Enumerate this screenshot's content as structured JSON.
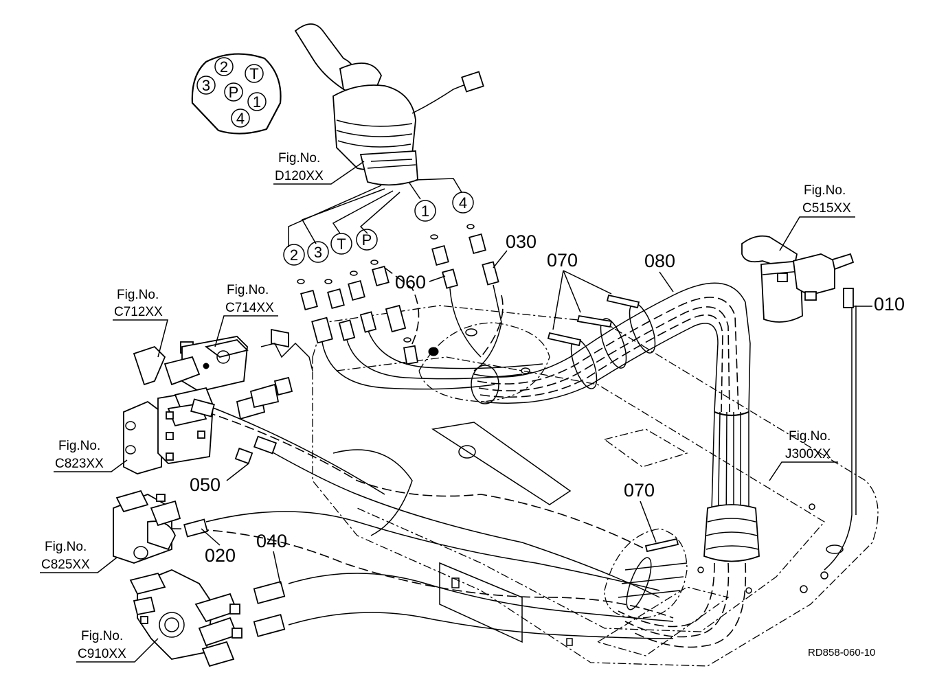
{
  "figure_refs": {
    "d120": {
      "title": "Fig.No.",
      "code": "D120XX"
    },
    "c515": {
      "title": "Fig.No.",
      "code": "C515XX"
    },
    "c712": {
      "title": "Fig.No.",
      "code": "C712XX"
    },
    "c714": {
      "title": "Fig.No.",
      "code": "C714XX"
    },
    "c823": {
      "title": "Fig.No.",
      "code": "C823XX"
    },
    "c825": {
      "title": "Fig.No.",
      "code": "C825XX"
    },
    "c910": {
      "title": "Fig.No.",
      "code": "C910XX"
    },
    "j300": {
      "title": "Fig.No.",
      "code": "J300XX"
    }
  },
  "part_numbers": {
    "p010": "010",
    "p020": "020",
    "p030": "030",
    "p040": "040",
    "p050": "050",
    "p060": "060",
    "p070a": "070",
    "p070b": "070",
    "p080": "080"
  },
  "port_labels": {
    "port_1": "1",
    "port_2": "2",
    "port_3": "3",
    "port_4": "4",
    "port_p": "P",
    "port_t": "T"
  },
  "port_map": {
    "p2": "2",
    "pT": "T",
    "p3": "3",
    "pP": "P",
    "p1": "1",
    "p4": "4"
  },
  "drawing_code": "RD858-060-10"
}
